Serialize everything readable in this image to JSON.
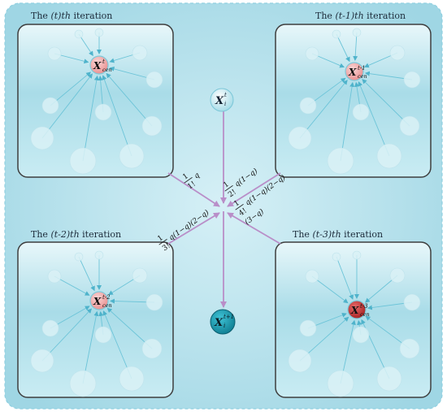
{
  "panels": [
    {
      "title_pre": "The ",
      "title_var": "(t)th",
      "title_post": " iteration",
      "center_sup": "t",
      "center_sub": "cen"
    },
    {
      "title_pre": "The ",
      "title_var": "(t-1)th",
      "title_post": " iteration",
      "center_sup": "t-1",
      "center_sub": "cen"
    },
    {
      "title_pre": "The ",
      "title_var": "(t-2)th",
      "title_post": " iteration",
      "center_sup": "t-2",
      "center_sub": "cen"
    },
    {
      "title_pre": "The ",
      "title_var": "(t-3)th",
      "title_post": " iteration",
      "center_sup": "t-3",
      "center_sub": "cen"
    }
  ],
  "node_top": {
    "base": "X",
    "sup": "t",
    "sub": "i"
  },
  "node_bottom": {
    "base": "X",
    "sup": "t+1",
    "sub": "i"
  },
  "weights": {
    "w1_num": "1",
    "w1_den": "1!",
    "w1_tail": "q",
    "w2_num": "1",
    "w2_den": "2!",
    "w2_tail": "q(1−q)",
    "w3_num": "1",
    "w3_den": "3!",
    "w3_tail": "q(1−q)(2−q)",
    "w4_num": "1",
    "w4_den": "4!",
    "w4_tail": "q(1−q)(2−q)",
    "w4_tail2": "(3−q)"
  },
  "colors": {
    "background": "#bfe6ef",
    "panel_border": "#4a4a4a",
    "arrow": "#b98ec8",
    "center_node": "#f2a6a6",
    "center_node_dark": "#c23030",
    "spoke": "#6cc4d8",
    "outer_node": "#d9f1f6"
  }
}
